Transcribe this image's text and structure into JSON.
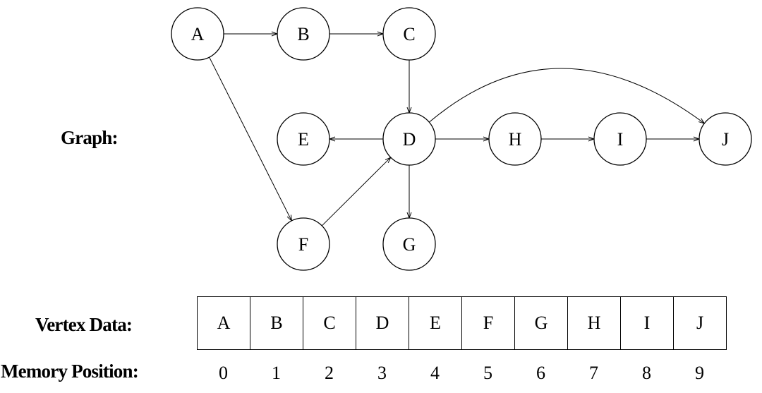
{
  "labels": {
    "graph": "Graph:",
    "vertex_data": "Vertex Data:",
    "memory_position": "Memory Position:"
  },
  "graph": {
    "nodes": [
      "A",
      "B",
      "C",
      "D",
      "E",
      "F",
      "G",
      "H",
      "I",
      "J"
    ],
    "edges": [
      [
        "A",
        "B"
      ],
      [
        "B",
        "C"
      ],
      [
        "C",
        "D"
      ],
      [
        "A",
        "F"
      ],
      [
        "F",
        "D"
      ],
      [
        "D",
        "E"
      ],
      [
        "D",
        "G"
      ],
      [
        "D",
        "H"
      ],
      [
        "H",
        "I"
      ],
      [
        "I",
        "J"
      ],
      [
        "D",
        "J"
      ]
    ]
  },
  "vertex_data": [
    "A",
    "B",
    "C",
    "D",
    "E",
    "F",
    "G",
    "H",
    "I",
    "J"
  ],
  "memory_positions": [
    "0",
    "1",
    "2",
    "3",
    "4",
    "5",
    "6",
    "7",
    "8",
    "9"
  ]
}
